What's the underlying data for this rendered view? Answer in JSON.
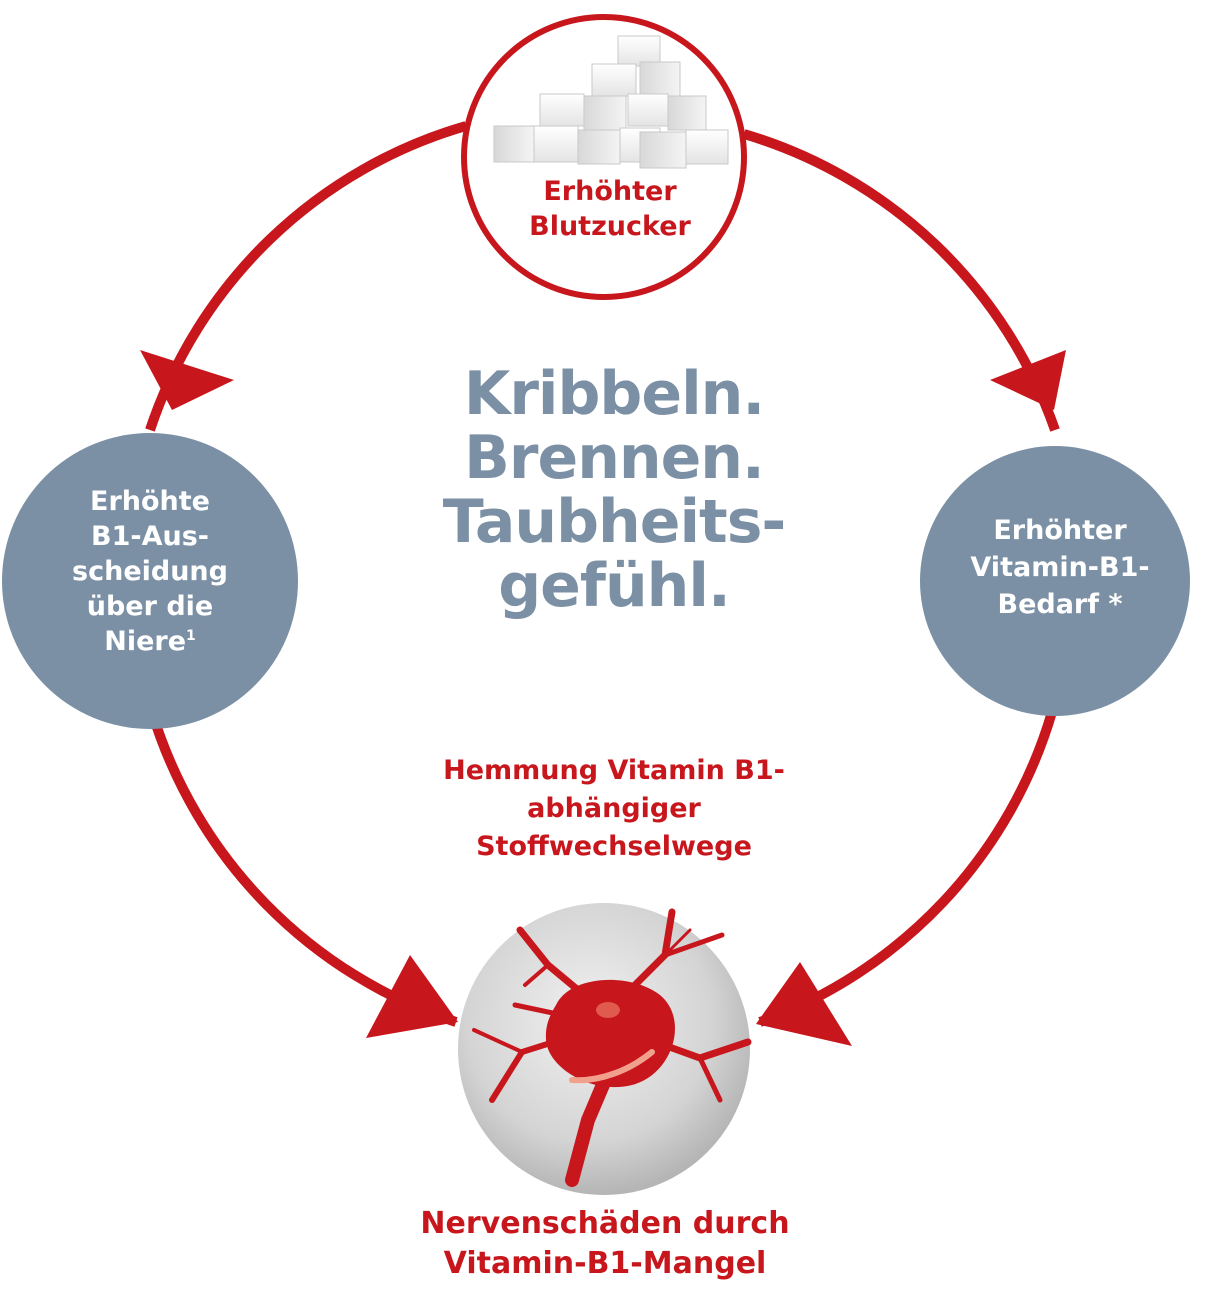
{
  "center_text": {
    "line1": "Kribbeln.",
    "line2": "Brennen.",
    "line3": "Taubheits-",
    "line4": "gefühl."
  },
  "nodes": {
    "top": {
      "line1": "Erhöhter",
      "line2": "Blutzucker",
      "icon": "sugar-cubes-icon"
    },
    "right": {
      "line1": "Erhöhter",
      "line2": "Vitamin-B1-",
      "line3": "Bedarf *"
    },
    "left": {
      "line1": "Erhöhte",
      "line2": "B1-Aus-",
      "line3": "scheidung",
      "line4": "über die",
      "line5": "Niere",
      "footnote": "1"
    },
    "middle": {
      "line1": "Hemmung Vitamin B1-",
      "line2": "abhängiger",
      "line3": "Stoffwechselwege"
    },
    "bottom": {
      "line1": "Nervenschäden durch",
      "line2": "Vitamin-B1-Mangel",
      "icon": "nerve-cell-icon"
    }
  },
  "colors": {
    "accent_red": "#c8161d",
    "node_slate": "#7b90a5",
    "center_text": "#7b90a5"
  }
}
